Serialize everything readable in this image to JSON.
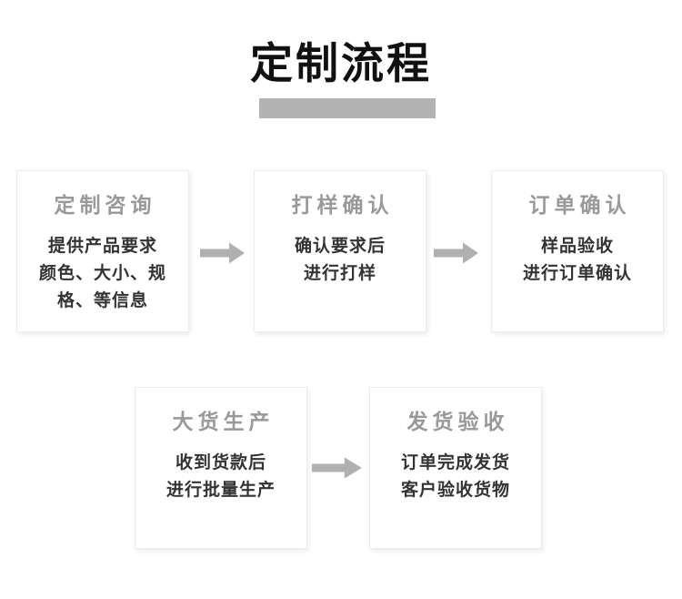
{
  "header": {
    "title": "定制流程"
  },
  "steps": [
    {
      "title": "定制咨询",
      "lines": [
        "提供产品要求",
        "颜色、大小、规",
        "格、等信息"
      ]
    },
    {
      "title": "打样确认",
      "lines": [
        "确认要求后",
        "进行打样"
      ]
    },
    {
      "title": "订单确认",
      "lines": [
        "样品验收",
        "进行订单确认"
      ]
    },
    {
      "title": "大货生产",
      "lines": [
        "收到货款后",
        "进行批量生产"
      ]
    },
    {
      "title": "发货验收",
      "lines": [
        "订单完成发货",
        "客户验收货物"
      ]
    }
  ],
  "colors": {
    "page_background": "#ffffff",
    "title_text": "#111111",
    "title_underline": "#b3b3b3",
    "step_title": "#999999",
    "step_body": "#333333",
    "box_border": "#ececec",
    "arrow": "#b0b0b0"
  }
}
